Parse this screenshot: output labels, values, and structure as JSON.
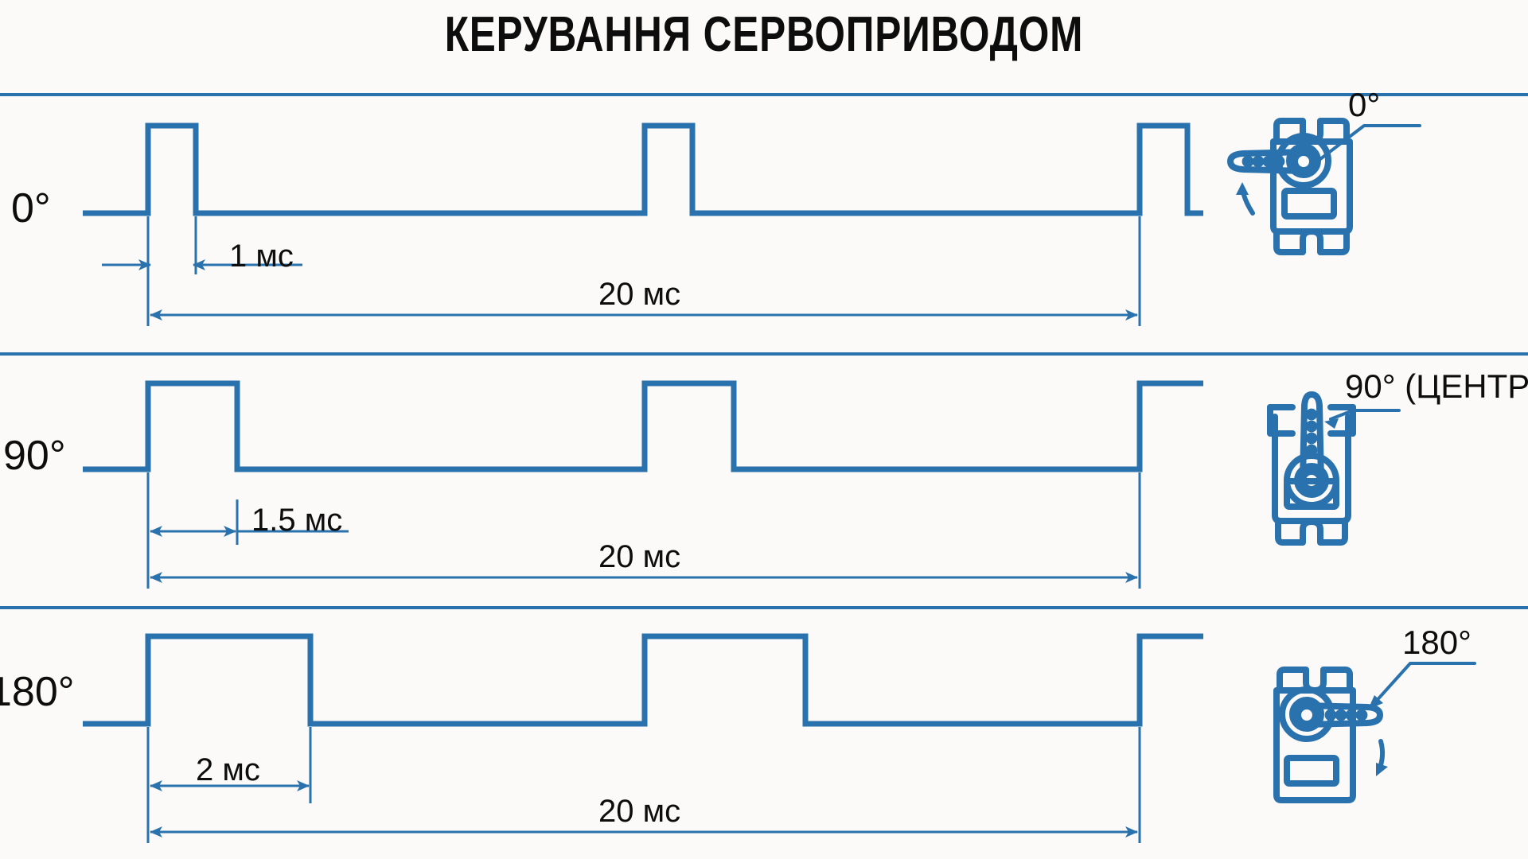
{
  "title": "КЕРУВАННЯ СЕРВОПРИВОДОМ",
  "theme": {
    "line_color": "#2a72ad",
    "text_color": "#0d0d0d",
    "background": "#fbfaf8"
  },
  "rows": [
    {
      "id": "row-0",
      "angle_label": "0°",
      "pulse_width_label": "1 мс",
      "period_label": "20 мс",
      "servo_callout": "0°",
      "servo_horn_direction": "left",
      "rotation_arrow": "up-left"
    },
    {
      "id": "row-90",
      "angle_label": "90°",
      "pulse_width_label": "1.5 мс",
      "period_label": "20 мс",
      "servo_callout": "90° (ЦЕНТР",
      "servo_horn_direction": "up",
      "rotation_arrow": "none"
    },
    {
      "id": "row-180",
      "angle_label": "180°",
      "pulse_width_label": "2 мс",
      "period_label": "20 мс",
      "servo_callout": "180°",
      "servo_horn_direction": "right",
      "rotation_arrow": "down-right"
    }
  ],
  "chart_data": {
    "type": "line",
    "title": "КЕРУВАННЯ СЕРВОПРИВОДОМ",
    "xlabel": "",
    "ylabel": "",
    "description": "PWM servo control timing diagram: three pulse trains with a fixed 20 ms period and varying pulse widths mapping to servo shaft angle.",
    "period_ms": 20,
    "series": [
      {
        "name": "0°",
        "pulse_width_ms": 1,
        "period_ms": 20,
        "duty_percent": 5,
        "angle_deg": 0
      },
      {
        "name": "90°",
        "pulse_width_ms": 1.5,
        "period_ms": 20,
        "duty_percent": 7.5,
        "angle_deg": 90
      },
      {
        "name": "180°",
        "pulse_width_ms": 2,
        "period_ms": 20,
        "duty_percent": 10,
        "angle_deg": 180
      }
    ],
    "annotations": [
      "1 мс",
      "1.5 мс",
      "2 мс",
      "20 мс",
      "20 мс",
      "20 мс",
      "0°",
      "90° (ЦЕНТР",
      "180°"
    ]
  }
}
